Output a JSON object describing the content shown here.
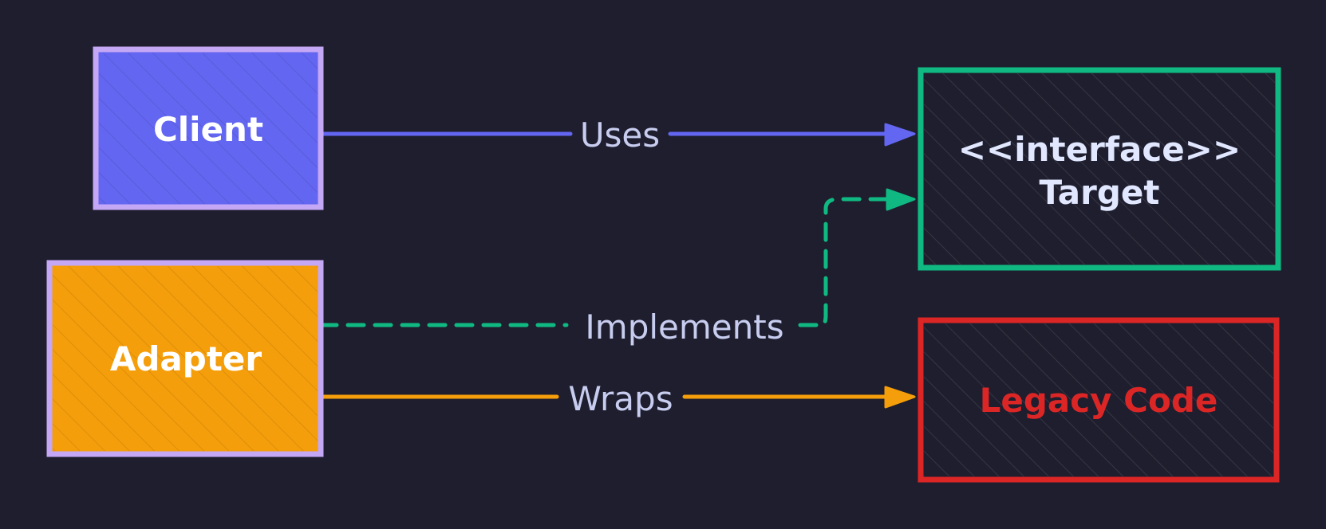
{
  "nodes": {
    "client": {
      "label": "Client",
      "fill": "#6366f1",
      "border": "#c4a7f5",
      "text_color": "#ffffff"
    },
    "adapter": {
      "label": "Adapter",
      "fill": "#f59e0b",
      "border": "#c4a7f5",
      "text_color": "#ffffff"
    },
    "target": {
      "stereotype": "<<interface>>",
      "label": "Target",
      "fill": "#1e1e2e",
      "border": "#10b981",
      "text_color": "#e0e7ff"
    },
    "legacy": {
      "label": "Legacy Code",
      "fill": "#1e1e2e",
      "border": "#dc2626",
      "text_color": "#dc2626"
    }
  },
  "edges": {
    "uses": {
      "label": "Uses",
      "from": "Client",
      "to": "Target",
      "style": "solid",
      "color": "#6366f1"
    },
    "implements": {
      "label": "Implements",
      "from": "Adapter",
      "to": "Target",
      "style": "dashed",
      "color": "#10b981"
    },
    "wraps": {
      "label": "Wraps",
      "from": "Adapter",
      "to": "Legacy Code",
      "style": "solid",
      "color": "#f59e0b"
    }
  }
}
